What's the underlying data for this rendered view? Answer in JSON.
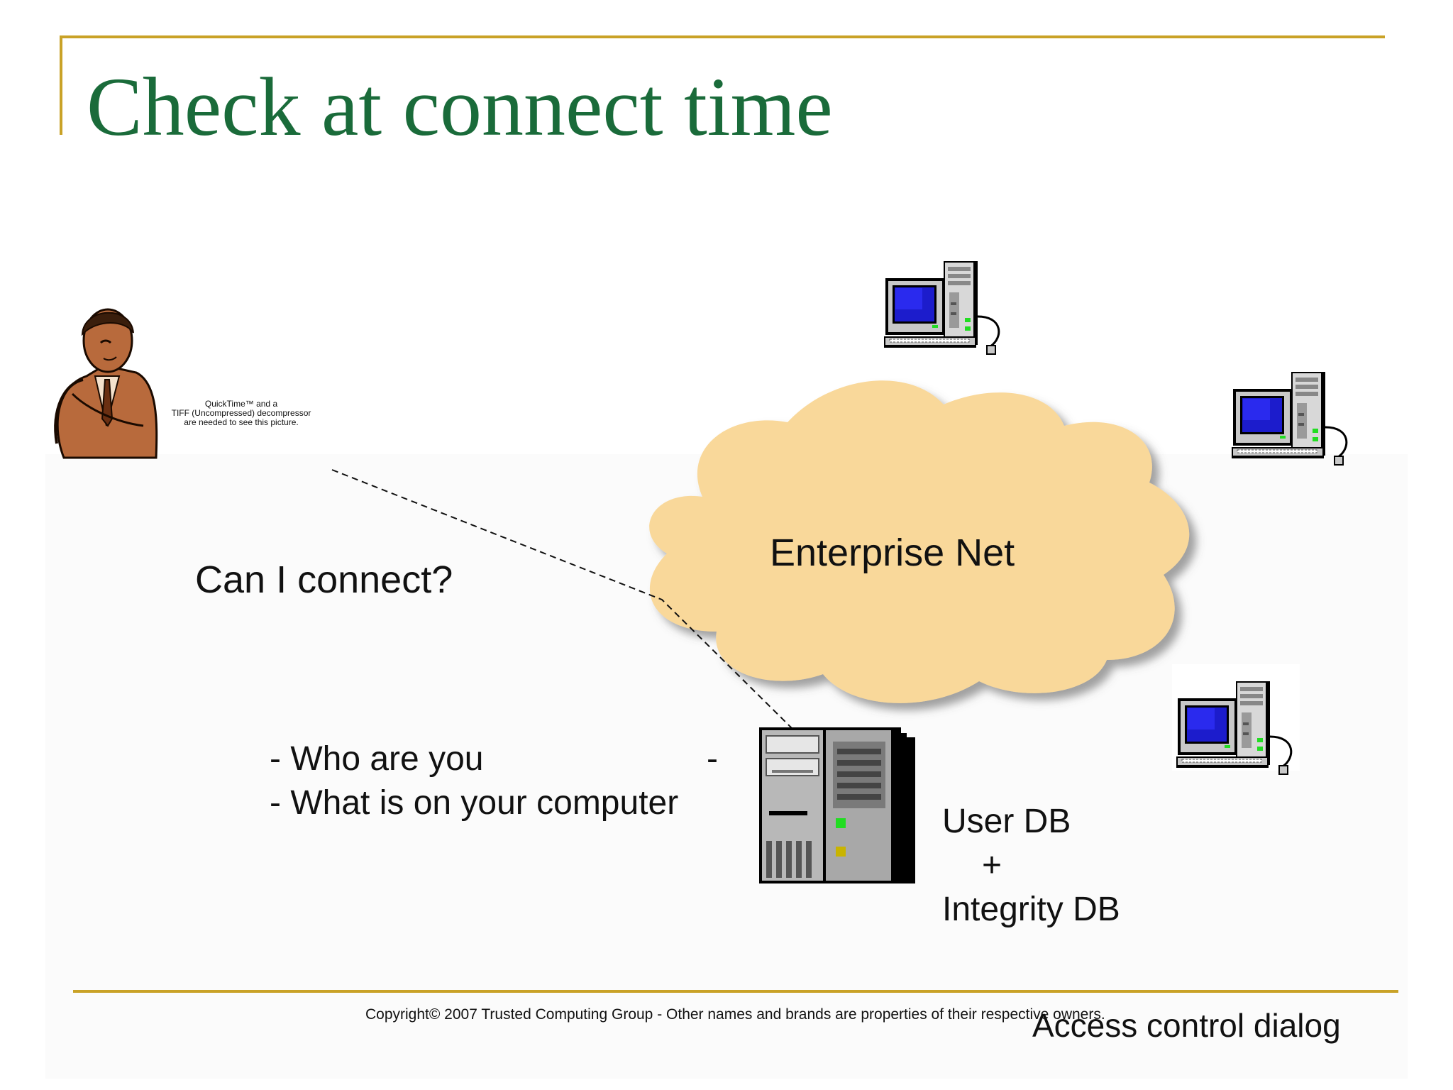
{
  "slide": {
    "title": "Check at connect time",
    "accent_color": "#c9a227",
    "title_color": "#1a6b3a"
  },
  "quicktime_placeholder": {
    "line1": "QuickTime™ and a",
    "line2": "TIFF (Uncompressed) decompressor",
    "line3": "are needed to see this picture."
  },
  "user": {
    "icon": "businessman-icon",
    "question": "Can I connect?"
  },
  "dialog": {
    "line1": "- Who are you",
    "line2": "- What is on your computer",
    "dash": "-"
  },
  "network": {
    "label": "Enterprise Net",
    "cloud_color": "#f9d89a",
    "icon": "cloud-icon"
  },
  "server": {
    "icon": "server-tower-icon",
    "db1": "User DB",
    "plus": "+",
    "db2": "Integrity DB"
  },
  "workstations": [
    {
      "icon": "desktop-computer-icon"
    },
    {
      "icon": "desktop-computer-icon"
    },
    {
      "icon": "desktop-computer-icon"
    }
  ],
  "footer": {
    "copyright": "Copyright© 2007 Trusted Computing Group - Other names and brands are properties of their respective owners.",
    "caption": "Access control dialog"
  }
}
